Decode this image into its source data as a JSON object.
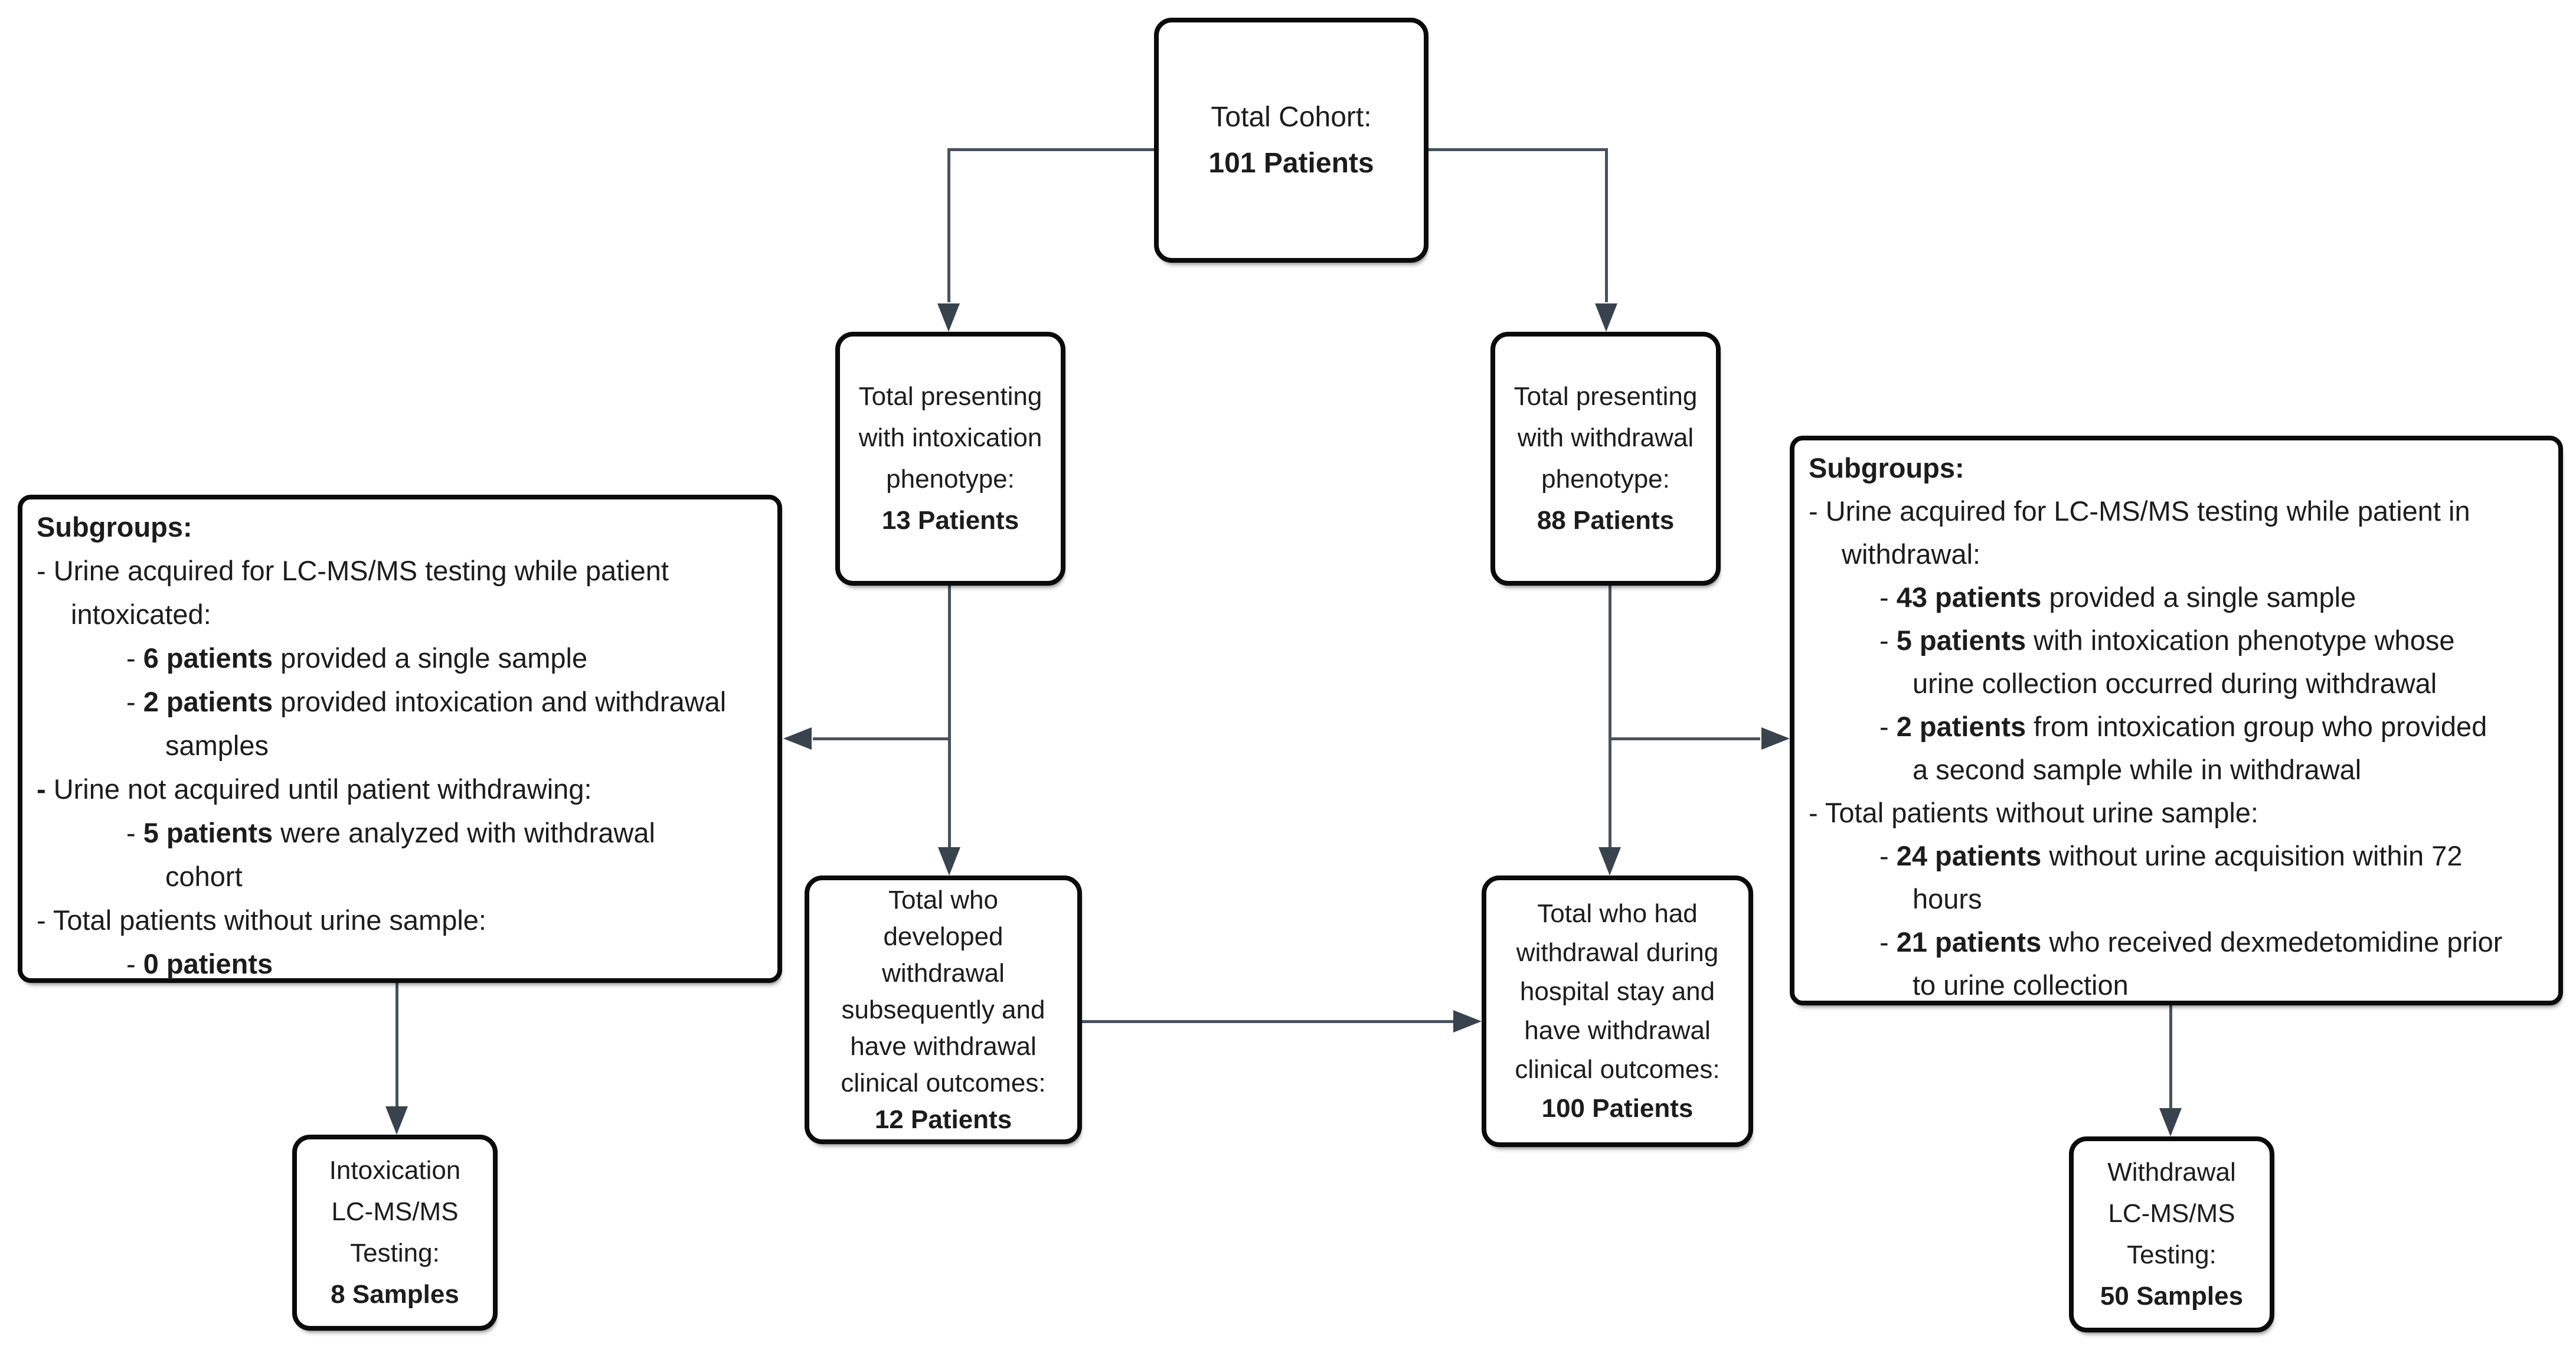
{
  "colors": {
    "background": "#ffffff",
    "box_border": "#0b0b0b",
    "text": "#1c1c1c",
    "connector": "#47525e",
    "arrowhead": "#39434e"
  },
  "boxes": {
    "total_cohort": {
      "lines": [
        {
          "parts": [
            {
              "t": "Total Cohort:"
            }
          ]
        },
        {
          "parts": [
            {
              "t": "101 Patients",
              "b": true
            }
          ]
        }
      ]
    },
    "intoxication_phenotype": {
      "lines": [
        {
          "parts": [
            {
              "t": "Total presenting"
            }
          ]
        },
        {
          "parts": [
            {
              "t": "with intoxication"
            }
          ]
        },
        {
          "parts": [
            {
              "t": "phenotype:"
            }
          ]
        },
        {
          "parts": [
            {
              "t": "13 Patients",
              "b": true
            }
          ]
        }
      ]
    },
    "withdrawal_phenotype": {
      "lines": [
        {
          "parts": [
            {
              "t": "Total presenting"
            }
          ]
        },
        {
          "parts": [
            {
              "t": "with withdrawal"
            }
          ]
        },
        {
          "parts": [
            {
              "t": "phenotype:"
            }
          ]
        },
        {
          "parts": [
            {
              "t": "88 Patients",
              "b": true
            }
          ]
        }
      ]
    },
    "intoxication_subgroups": {
      "lines": [
        {
          "parts": [
            {
              "t": "Subgroups:",
              "b": true
            }
          ]
        },
        {
          "parts": [
            {
              "t": "- Urine acquired for LC-MS/MS testing while patient"
            }
          ]
        },
        {
          "ind": 1,
          "parts": [
            {
              "t": "intoxicated:"
            }
          ]
        },
        {
          "ind": 2,
          "parts": [
            {
              "t": "- "
            },
            {
              "t": "6 patients",
              "b": true
            },
            {
              "t": " provided a single sample"
            }
          ]
        },
        {
          "ind": 2,
          "parts": [
            {
              "t": "- "
            },
            {
              "t": "2 patients",
              "b": true
            },
            {
              "t": " provided intoxication and withdrawal"
            }
          ]
        },
        {
          "ind": 3,
          "parts": [
            {
              "t": "samples"
            }
          ]
        },
        {
          "parts": [
            {
              "t": "- ",
              "b": true
            },
            {
              "t": "Urine not acquired until patient withdrawing:"
            }
          ]
        },
        {
          "ind": 2,
          "parts": [
            {
              "t": "- "
            },
            {
              "t": "5 patients",
              "b": true
            },
            {
              "t": " were analyzed with withdrawal"
            }
          ]
        },
        {
          "ind": 3,
          "parts": [
            {
              "t": "cohort"
            }
          ]
        },
        {
          "parts": [
            {
              "t": "- Total patients without urine sample:"
            }
          ]
        },
        {
          "ind": 2,
          "parts": [
            {
              "t": "- "
            },
            {
              "t": "0 patients",
              "b": true
            }
          ]
        }
      ]
    },
    "withdrawal_subgroups": {
      "lines": [
        {
          "parts": [
            {
              "t": "Subgroups:",
              "b": true
            }
          ]
        },
        {
          "parts": [
            {
              "t": "- Urine acquired for LC-MS/MS testing while patient in"
            }
          ]
        },
        {
          "ind": 1,
          "parts": [
            {
              "t": "withdrawal:"
            }
          ]
        },
        {
          "ind": 2,
          "parts": [
            {
              "t": "- "
            },
            {
              "t": "43 patients",
              "b": true
            },
            {
              "t": " provided a single sample"
            }
          ]
        },
        {
          "ind": 2,
          "parts": [
            {
              "t": "- "
            },
            {
              "t": "5 patients",
              "b": true
            },
            {
              "t": " with intoxication phenotype whose"
            }
          ]
        },
        {
          "ind": 3,
          "parts": [
            {
              "t": "urine collection occurred during withdrawal"
            }
          ]
        },
        {
          "ind": 2,
          "parts": [
            {
              "t": "- "
            },
            {
              "t": "2 patients",
              "b": true
            },
            {
              "t": " from intoxication group who provided"
            }
          ]
        },
        {
          "ind": 3,
          "parts": [
            {
              "t": "a second sample while in withdrawal"
            }
          ]
        },
        {
          "parts": [
            {
              "t": "- Total patients without urine sample:"
            }
          ]
        },
        {
          "ind": 2,
          "parts": [
            {
              "t": "- "
            },
            {
              "t": "24 patients",
              "b": true
            },
            {
              "t": " without urine acquisition within 72"
            }
          ]
        },
        {
          "ind": 3,
          "parts": [
            {
              "t": "hours"
            }
          ]
        },
        {
          "ind": 2,
          "parts": [
            {
              "t": "- "
            },
            {
              "t": "21 patients",
              "b": true
            },
            {
              "t": " who received dexmedetomidine prior"
            }
          ]
        },
        {
          "ind": 3,
          "parts": [
            {
              "t": "to urine collection"
            }
          ]
        }
      ]
    },
    "developed_withdrawal": {
      "lines": [
        {
          "parts": [
            {
              "t": "Total who"
            }
          ]
        },
        {
          "parts": [
            {
              "t": "developed"
            }
          ]
        },
        {
          "parts": [
            {
              "t": "withdrawal"
            }
          ]
        },
        {
          "parts": [
            {
              "t": "subsequently and"
            }
          ]
        },
        {
          "parts": [
            {
              "t": "have withdrawal"
            }
          ]
        },
        {
          "parts": [
            {
              "t": "clinical outcomes:"
            }
          ]
        },
        {
          "parts": [
            {
              "t": "12 Patients",
              "b": true
            }
          ]
        }
      ]
    },
    "hospital_withdrawal": {
      "lines": [
        {
          "parts": [
            {
              "t": "Total who had"
            }
          ]
        },
        {
          "parts": [
            {
              "t": "withdrawal during"
            }
          ]
        },
        {
          "parts": [
            {
              "t": "hospital stay and"
            }
          ]
        },
        {
          "parts": [
            {
              "t": "have withdrawal"
            }
          ]
        },
        {
          "parts": [
            {
              "t": "clinical outcomes:"
            }
          ]
        },
        {
          "parts": [
            {
              "t": "100 Patients",
              "b": true
            }
          ]
        }
      ]
    },
    "intoxication_testing": {
      "lines": [
        {
          "parts": [
            {
              "t": "Intoxication"
            }
          ]
        },
        {
          "parts": [
            {
              "t": "LC-MS/MS"
            }
          ]
        },
        {
          "parts": [
            {
              "t": "Testing:"
            }
          ]
        },
        {
          "parts": [
            {
              "t": "8 Samples",
              "b": true
            }
          ]
        }
      ]
    },
    "withdrawal_testing": {
      "lines": [
        {
          "parts": [
            {
              "t": "Withdrawal"
            }
          ]
        },
        {
          "parts": [
            {
              "t": "LC-MS/MS"
            }
          ]
        },
        {
          "parts": [
            {
              "t": "Testing:"
            }
          ]
        },
        {
          "parts": [
            {
              "t": "50 Samples",
              "b": true
            }
          ]
        }
      ]
    }
  }
}
